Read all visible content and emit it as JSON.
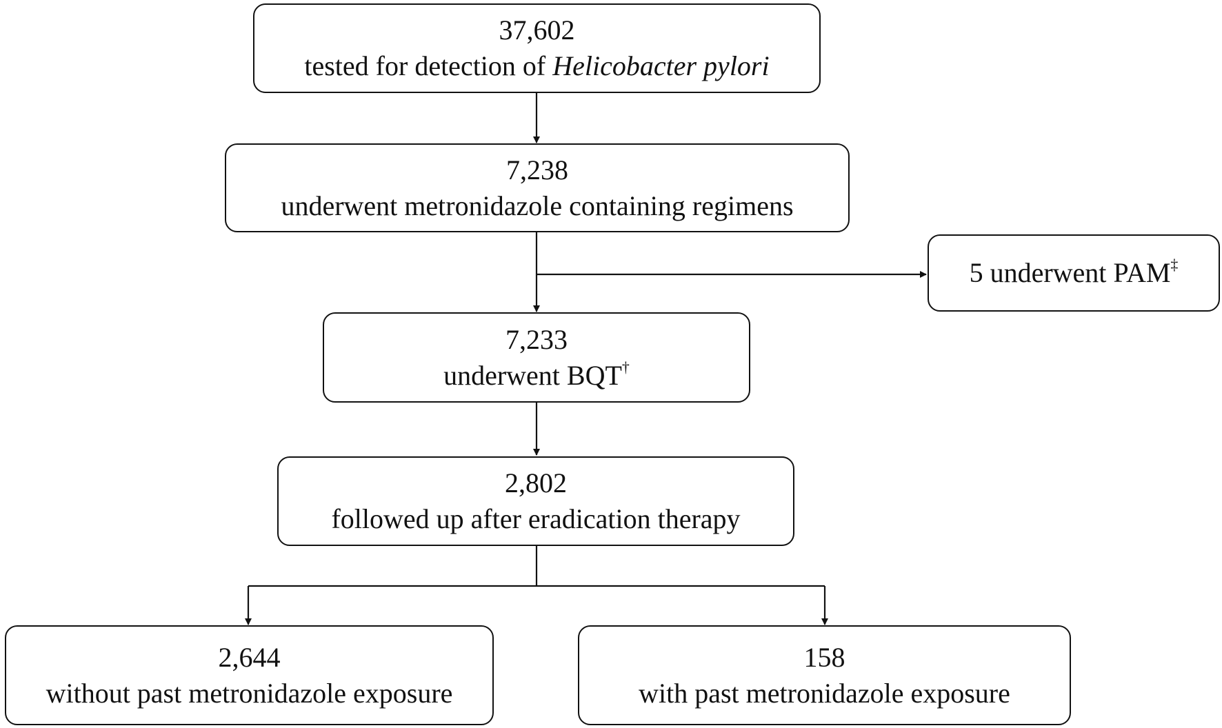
{
  "colors": {
    "stroke": "#111111",
    "background": "#ffffff"
  },
  "boxes": {
    "tested": {
      "count": "37,602",
      "label_prefix": "tested for detection of ",
      "label_italic": "Helicobacter pylori"
    },
    "metronidazole_regimens": {
      "count": "7,238",
      "label": "underwent metronidazole containing regimens"
    },
    "pam": {
      "label": "5 underwent PAM",
      "mark": "‡"
    },
    "bqt": {
      "count": "7,233",
      "label": "underwent BQT",
      "mark": "†"
    },
    "followed_up": {
      "count": "2,802",
      "label": "followed up after eradication therapy"
    },
    "without_exposure": {
      "count": "2,644",
      "label": "without past metronidazole exposure"
    },
    "with_exposure": {
      "count": "158",
      "label": "with past metronidazole exposure"
    }
  }
}
